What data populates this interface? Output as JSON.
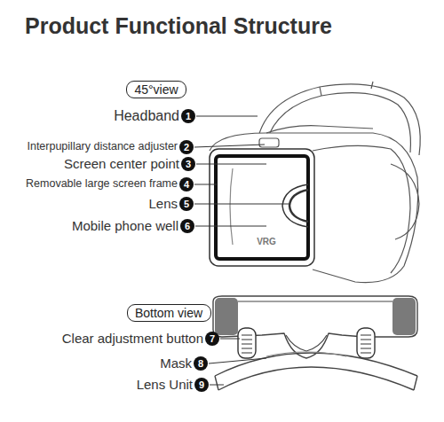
{
  "diagram": {
    "title": "Product Functional Structure",
    "nodes": [
      {
        "text": [
          "45°view"
        ]
      },
      {
        "text": [
          "1"
        ]
      },
      {
        "text": [
          "2"
        ]
      },
      {
        "text": [
          "3"
        ]
      },
      {
        "text": [
          "4"
        ]
      },
      {
        "text": [
          "5"
        ]
      },
      {
        "text": [
          "6"
        ]
      },
      {
        "text": [
          "Bottom view"
        ]
      },
      {
        "text": [
          "7"
        ]
      },
      {
        "text": [
          "8"
        ]
      },
      {
        "text": [
          "9"
        ]
      }
    ],
    "labels": [
      "Headband",
      "Interpupillary distance adjuster",
      "Screen center point",
      "Removable large screen frame",
      "Lens",
      "Mobile phone well",
      "Clear adjustment button",
      "Mask",
      "Lens Unit",
      "VRG"
    ]
  }
}
